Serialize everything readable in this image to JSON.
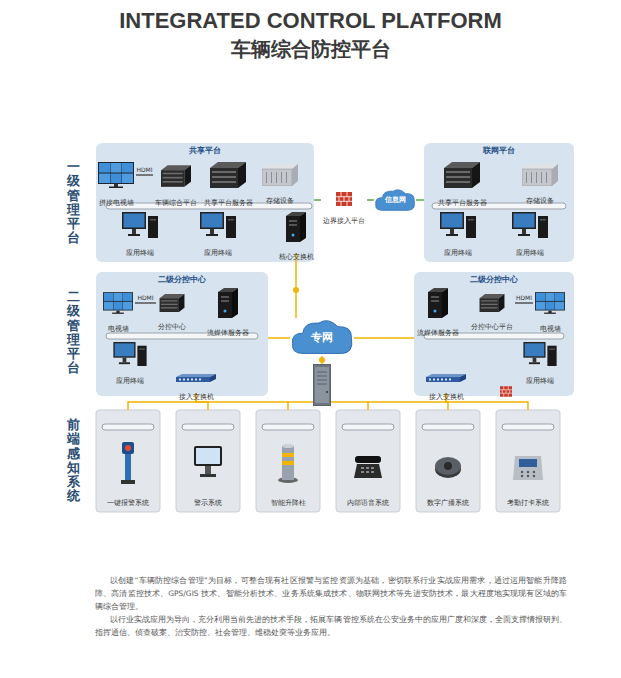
{
  "diagram": {
    "title": "车辆综合防控平台",
    "caption": "以创建“车辆防控综合管理”为目标，可整合现有社区报警与监控资源为基础，密切联系行业实战应用需求，通过运用智能升降路障、高清监控技术、GPS/GIS 技术、智能分析技术、业务系统集成技术、物联网技术等先进安防技术，最大程度地实现现有区域的车辆综合管理。",
    "nodes": [
      {
        "text": [
          "共享平台"
        ]
      },
      {
        "text": [
          "拼接电视墙"
        ],
        "in": 0
      },
      {
        "text": [
          "车辆综合平台"
        ],
        "in": 0
      },
      {
        "text": [
          "共享平台服务器"
        ],
        "in": 0
      },
      {
        "text": [
          "存储设备"
        ],
        "in": 0
      },
      {
        "text": [
          "应用终端"
        ],
        "in": 0
      },
      {
        "text": [
          "应用终端"
        ],
        "in": 0
      },
      {
        "text": [
          "联网平台"
        ]
      },
      {
        "text": [
          "共享平台服务器"
        ],
        "in": 7
      },
      {
        "text": [
          "存储设备"
        ],
        "in": 7
      },
      {
        "text": [
          "应用终端"
        ],
        "in": 7
      },
      {
        "text": [
          "应用终端"
        ],
        "in": 7
      },
      {
        "text": [
          "边界接入平台"
        ]
      },
      {
        "text": [
          "信息网"
        ]
      },
      {
        "text": [
          "核心交换机"
        ],
        "in": 0
      },
      {
        "text": [
          "二级分控中心"
        ]
      },
      {
        "text": [
          "电视墙"
        ],
        "in": 15
      },
      {
        "text": [
          "分控中心"
        ],
        "in": 15
      },
      {
        "text": [
          "流媒体服务器"
        ],
        "in": 15
      },
      {
        "text": [
          "应用终端"
        ],
        "in": 15
      },
      {
        "text": [
          "二级分控中心"
        ]
      },
      {
        "text": [
          "流媒体服务器"
        ],
        "in": 20
      },
      {
        "text": [
          "分控中心平台"
        ],
        "in": 20
      },
      {
        "text": [
          "电视墙"
        ],
        "in": 20
      },
      {
        "text": [
          "应用终端"
        ],
        "in": 20
      },
      {
        "text": [
          "接入交换机"
        ],
        "in": 15
      },
      {
        "text": [
          "接入交换机"
        ],
        "in": 20
      },
      {
        "text": [
          "专网"
        ]
      },
      {
        "text": [
          "一键报警系统"
        ]
      },
      {
        "text": [
          "警示系统"
        ]
      },
      {
        "text": [
          "智能升降柱"
        ]
      },
      {
        "text": [
          "内部语音系统"
        ]
      },
      {
        "text": [
          "数字广播系统"
        ]
      },
      {
        "text": [
          "考勤打卡系统"
        ]
      }
    ],
    "edges": [
      {
        "from": 1,
        "to": 2,
        "label": "HDMI",
        "arrow": "none"
      },
      {
        "from": 0,
        "to": 12,
        "arrow": "none"
      },
      {
        "from": 12,
        "to": 13,
        "arrow": "none"
      },
      {
        "from": 13,
        "to": 7,
        "arrow": "none"
      },
      {
        "from": 14,
        "to": 27,
        "arrow": "none"
      },
      {
        "from": 27,
        "to": 15,
        "arrow": "none"
      },
      {
        "from": 27,
        "to": 20,
        "arrow": "none"
      },
      {
        "from": 16,
        "to": 17,
        "label": "HDMI",
        "arrow": "none"
      },
      {
        "from": 22,
        "to": 23,
        "label": "HDMI",
        "arrow": "none"
      },
      {
        "from": 25,
        "to": 28,
        "arrow": "none"
      },
      {
        "from": 25,
        "to": 29,
        "arrow": "none"
      },
      {
        "from": 25,
        "to": 30,
        "arrow": "none"
      },
      {
        "from": 26,
        "to": 31,
        "arrow": "none"
      },
      {
        "from": 26,
        "to": 32,
        "arrow": "none"
      },
      {
        "from": 26,
        "to": 33,
        "arrow": "none"
      }
    ],
    "labels": [
      "INTEGRATED CONTROL PLATFORM",
      "一级管理平台",
      "二级管理平台",
      "前端感知系统",
      "以行业实战应用为导向，充分利用当前先进的技术手段，拓展车辆管控系统在公安业务中的应用广度和深度，全面支撑情报研判、指挥通信、侦查破案、治安防控、社会管理、维稳处突等业务应用。"
    ]
  }
}
